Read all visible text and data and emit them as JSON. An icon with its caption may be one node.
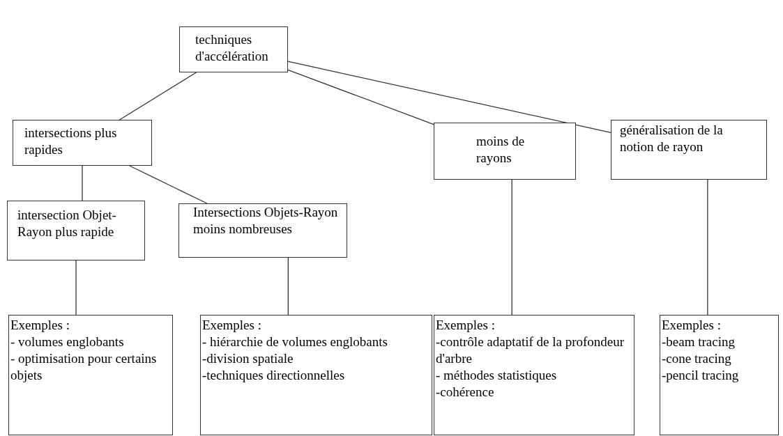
{
  "diagram": {
    "nodes": [
      {
        "text": [
          "techniques d'accélération"
        ]
      },
      {
        "text": [
          "intersections plus rapides"
        ]
      },
      {
        "text": [
          "moins de rayons"
        ]
      },
      {
        "text": [
          "généralisation de la notion de rayon"
        ]
      },
      {
        "text": [
          "intersection Objet-Rayon plus rapide"
        ]
      },
      {
        "text": [
          "Intersections Objets-Rayon moins nombreuses"
        ]
      },
      {
        "text": [
          "Exemples :",
          "- volumes englobants",
          "- optimisation pour certains objets"
        ]
      },
      {
        "text": [
          "Exemples :",
          "- hiérarchie de volumes englobants",
          "-division spatiale",
          "-techniques directionnelles"
        ]
      },
      {
        "text": [
          "Exemples :",
          "-contrôle adaptatif de la profondeur d'arbre",
          "- méthodes statistiques",
          "-cohérence"
        ]
      },
      {
        "text": [
          "Exemples :",
          "-beam tracing",
          "-cone tracing",
          "-pencil tracing"
        ]
      }
    ],
    "edges": [
      {
        "from": 0,
        "to": 1,
        "arrow": "none"
      },
      {
        "from": 0,
        "to": 2,
        "arrow": "none"
      },
      {
        "from": 0,
        "to": 3,
        "arrow": "none"
      },
      {
        "from": 1,
        "to": 4,
        "arrow": "none"
      },
      {
        "from": 1,
        "to": 5,
        "arrow": "none"
      },
      {
        "from": 4,
        "to": 6,
        "arrow": "none"
      },
      {
        "from": 5,
        "to": 7,
        "arrow": "none"
      },
      {
        "from": 2,
        "to": 8,
        "arrow": "none"
      },
      {
        "from": 3,
        "to": 9,
        "arrow": "none"
      }
    ]
  }
}
